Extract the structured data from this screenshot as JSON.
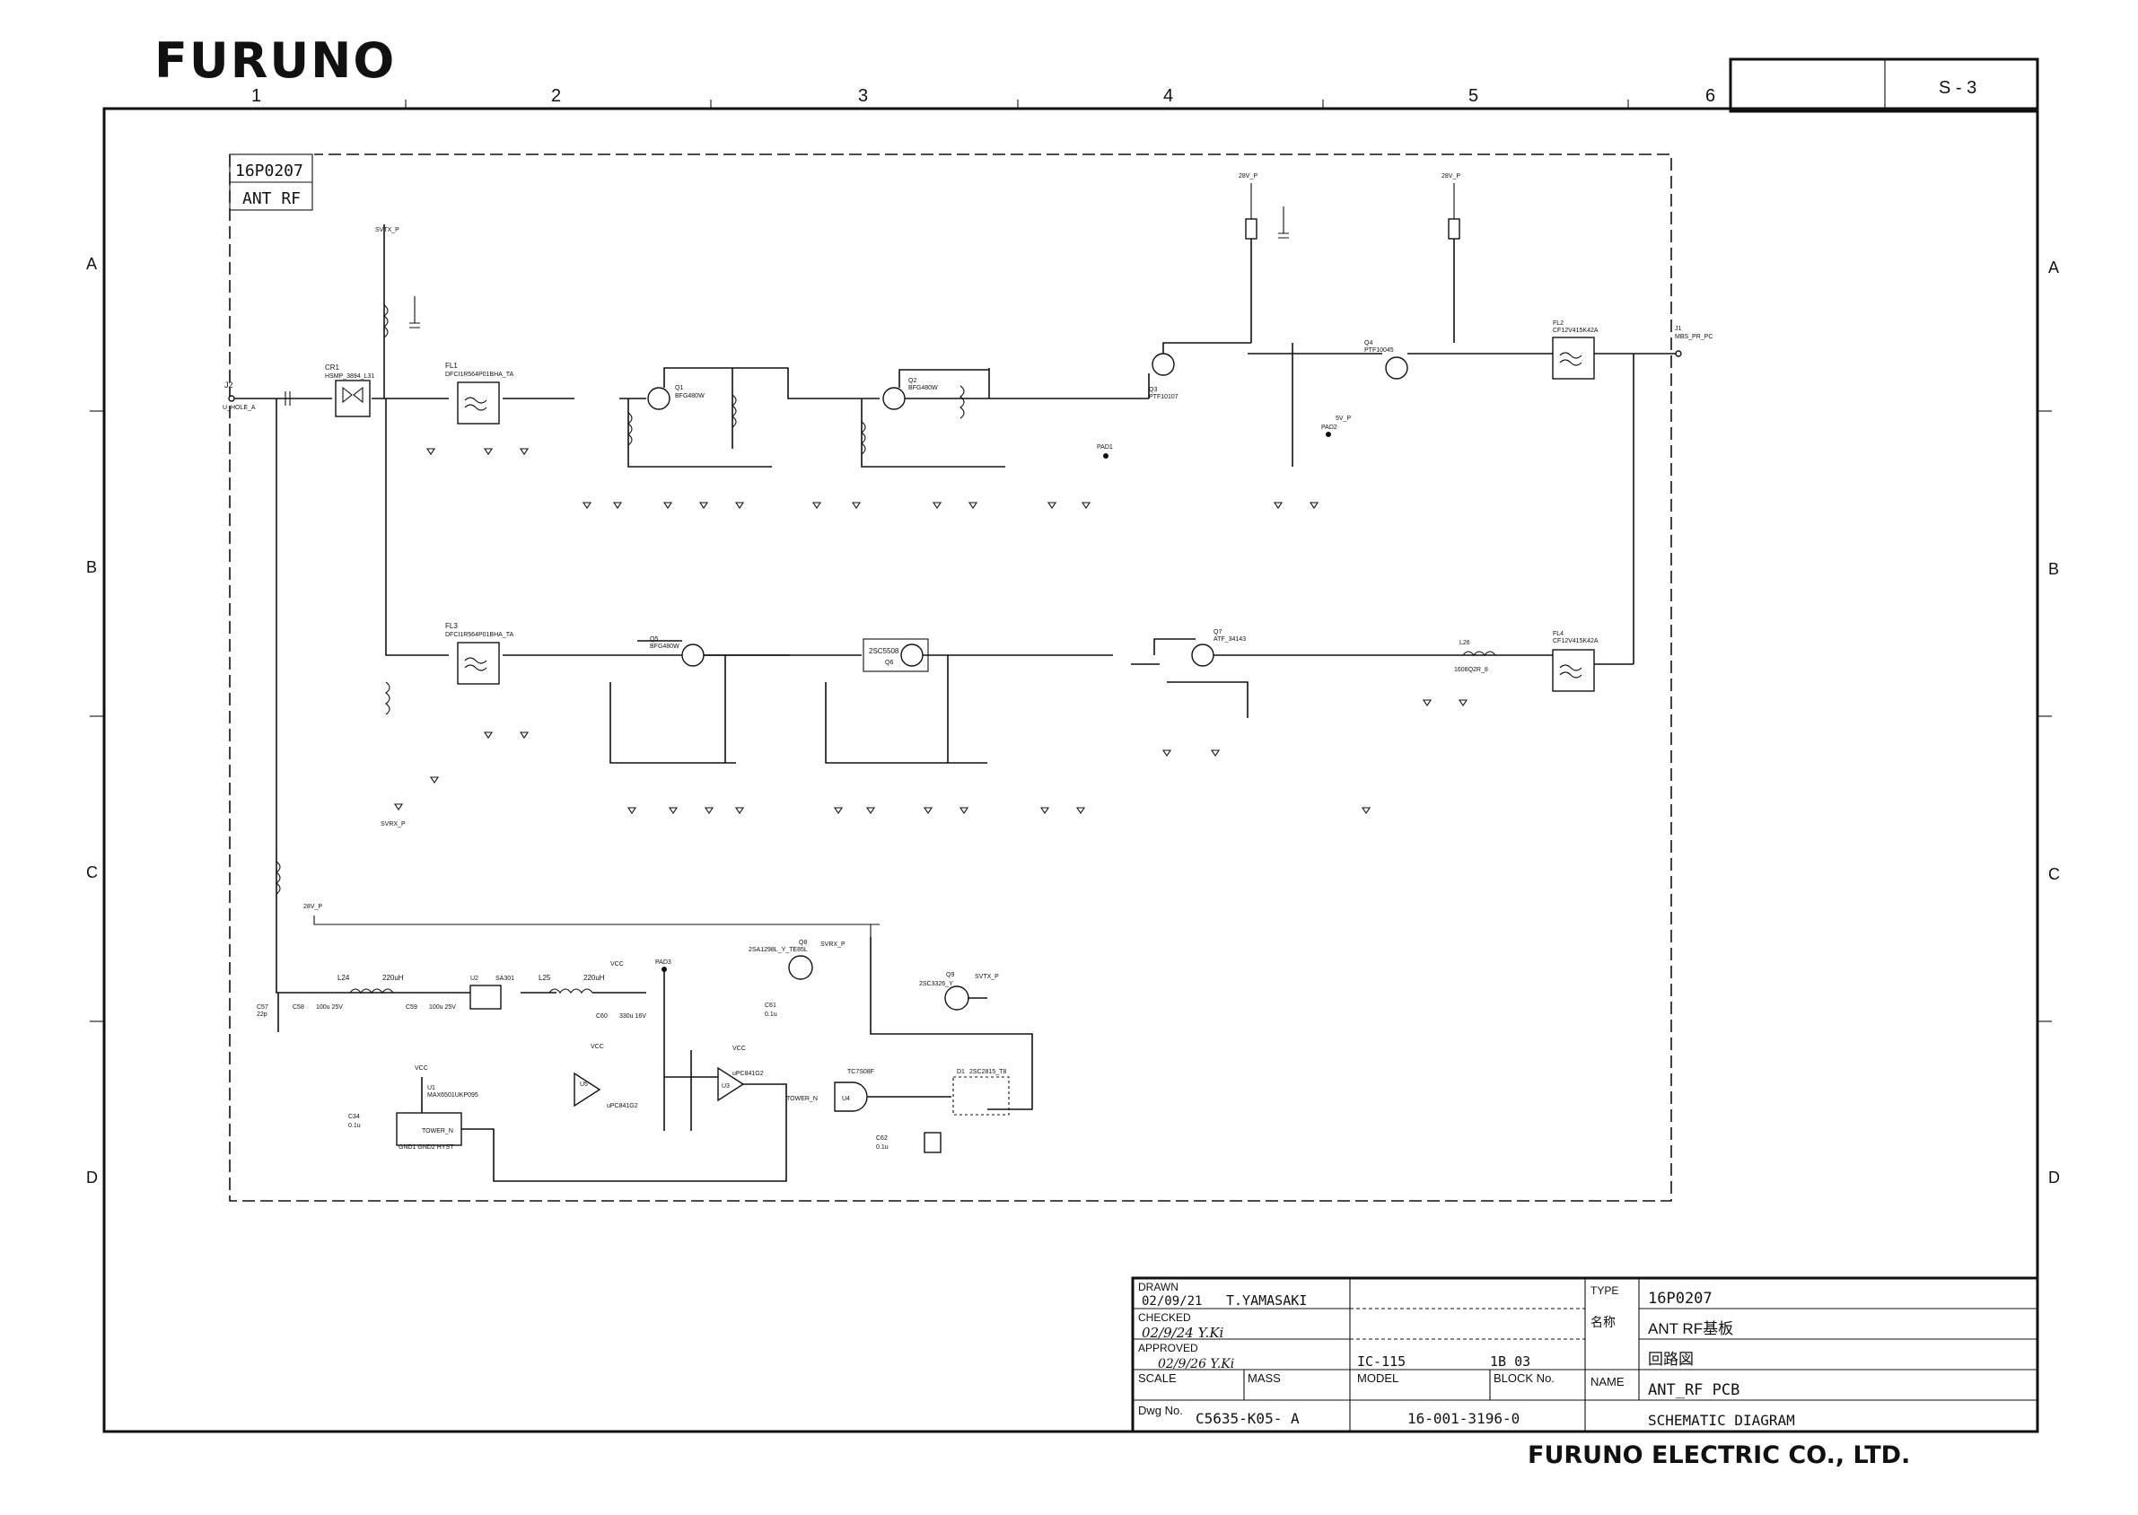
{
  "logo": "FURUNO",
  "sheet": {
    "number": "S - 3"
  },
  "grid": {
    "columns": [
      "1",
      "2",
      "3",
      "4",
      "5",
      "6"
    ],
    "rows": [
      "A",
      "B",
      "C",
      "D"
    ]
  },
  "board": {
    "code": "16P0207",
    "name": "ANT RF"
  },
  "labels": {
    "connector_in": "J2",
    "connector_in_sig": "U_HOLE_A",
    "connector_out": "J1",
    "connector_out_sig": "MBS_PR_PC",
    "cr1": "CR1",
    "cr1_part": "HSMP_3894_L31",
    "fl1": "FL1",
    "fl1_part": "DFCI1R564P01BHA_TA",
    "fl2": "FL2",
    "fl2_part": "CF12V415K42A",
    "fl3": "FL3",
    "fl3_part": "DFCI1R564P01BHA_TA",
    "fl4": "FL4",
    "fl4_part": "CF12V415K42A",
    "q1": "Q1",
    "q1_part": "BFG480W",
    "q2": "Q2",
    "q2_part": "BFG480W",
    "q3": "Q3",
    "q3_part": "PTF10107",
    "q4": "Q4",
    "q4_part": "PTF10045",
    "q5": "Q5",
    "q5_part": "BFG480W",
    "q6": "2SC5508",
    "q6_ref": "Q6",
    "q7": "Q7",
    "q7_part": "ATF_34143",
    "q8": "Q8",
    "q8_part": "2SA1298L_Y_TE85L",
    "q9": "Q9",
    "q9_part": "2SC3326_Y",
    "u1": "U1",
    "u1_part": "MAX6501UKP095",
    "u2": "U2",
    "u2_part": "SA301",
    "u3": "U3",
    "u3_part": "uPC841G2",
    "u4": "U4",
    "u4_part": "TC7S08F",
    "u5": "U5",
    "u5_part": "uPC841G2",
    "d1": "D1",
    "d1_part": "2SC2815_T8",
    "l24": "L24",
    "l24_val": "220uH",
    "l25": "L25",
    "l25_val": "220uH",
    "l26": "L26",
    "l26_val": "1608Q2R_8",
    "c57": "C57",
    "c57_val": "22p",
    "c58": "C58",
    "c58_val": "100u 25V",
    "c59": "C59",
    "c59_val": "100u 25V",
    "c60": "C60",
    "c60_val": "330u 16V",
    "c61": "C61",
    "c61_val": "0.1u",
    "c62": "C62",
    "c62_val": "0.1u",
    "c34": "C34",
    "c34_val": "0.1u",
    "pad1": "PAD1",
    "pad2": "PAD2",
    "pad3": "PAD3",
    "rail_28v": "28V_P",
    "rail_5v": "5V_P",
    "rail_svtx": "SVTX_P",
    "rail_svrx": "SVRX_P",
    "vcc": "VCC",
    "tower": "TOWER_N",
    "gnd_pins": "GND1 GND2 HYST"
  },
  "title_block": {
    "drawn_label": "DRAWN",
    "drawn_date": "02/09/21",
    "drawn_by": "T.YAMASAKI",
    "checked_label": "CHECKED",
    "checked_sig": "02/9/24 Y.Ki",
    "approved_label": "APPROVED",
    "approved_sig": "02/9/26 Y.Ki",
    "scale_label": "SCALE",
    "mass_label": "MASS",
    "model_label": "MODEL",
    "model_value": "IC-115",
    "block_label": "BLOCK No.",
    "block_value": "1B 03",
    "type_label": "TYPE",
    "type_value": "16P0207",
    "name_jp_label": "名称",
    "name_jp_value": "ANT RF基板",
    "diagram_jp": "回路図",
    "name_label": "NAME",
    "name_value": "ANT_RF PCB",
    "dwg_label": "Dwg No.",
    "dwg_value": "C5635-K05- A",
    "doc_number": "16-001-3196-0",
    "diagram_type": "SCHEMATIC DIAGRAM"
  },
  "company": "FURUNO ELECTRIC CO., LTD."
}
